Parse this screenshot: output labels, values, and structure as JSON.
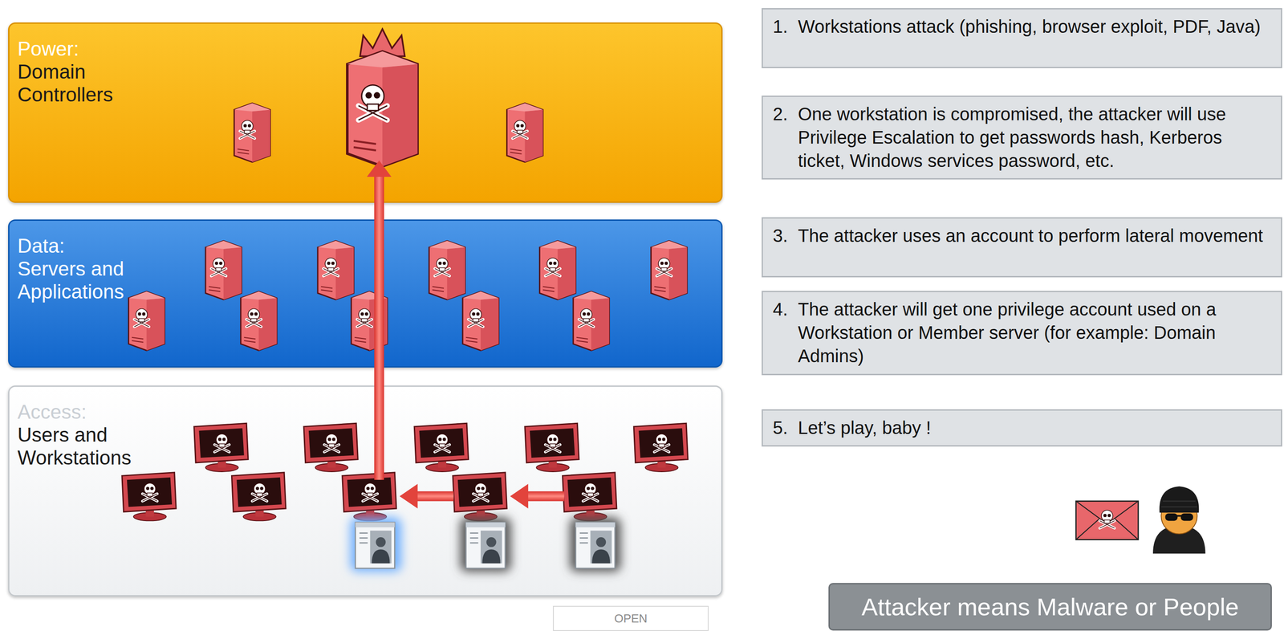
{
  "diagram": {
    "nodes": [
      {
        "text": [
          "Power:",
          "Domain Controllers"
        ]
      },
      {
        "text": [
          "Data:",
          "Servers and Applications"
        ]
      },
      {
        "text": [
          "Access:",
          "Users and Workstations"
        ]
      },
      {
        "text": [
          "1.",
          "Workstations attack (phishing, browser exploit, PDF, Java)"
        ]
      },
      {
        "text": [
          "2.",
          "One workstation is compromised, the attacker will use Privilege Escalation to get passwords hash, Kerberos ticket, Windows services password, etc."
        ]
      },
      {
        "text": [
          "3.",
          "The attacker uses an account to perform lateral movement"
        ]
      },
      {
        "text": [
          "4.",
          "The attacker will get one privilege account used on a Workstation or Member server (for example: Domain Admins)"
        ]
      },
      {
        "text": [
          "5.",
          "Let’s play, baby !"
        ]
      },
      {
        "text": [
          "Attacker means Malware or People"
        ]
      },
      {
        "text": [
          "OPEN"
        ]
      }
    ]
  }
}
